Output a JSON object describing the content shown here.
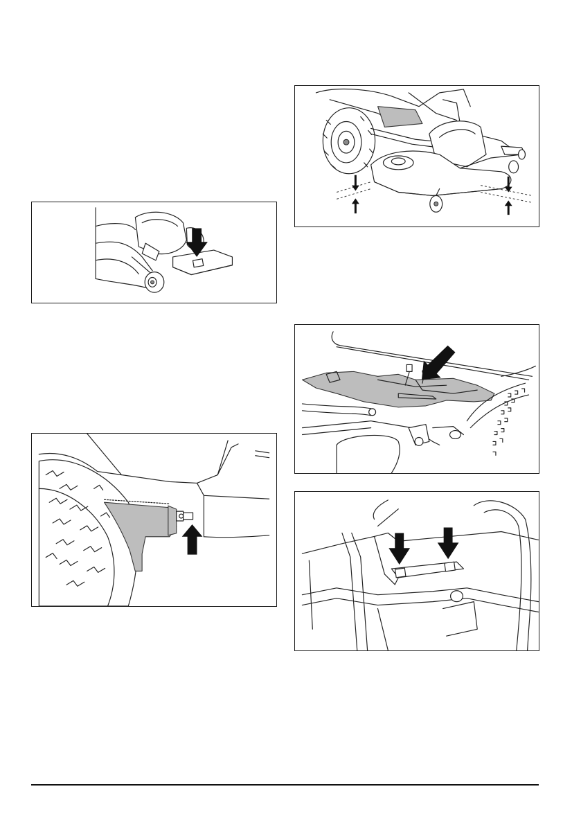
{
  "figures": [
    {
      "id": "fig1",
      "arrow_direction": "down"
    },
    {
      "id": "fig2",
      "arrow_direction": "up"
    },
    {
      "id": "fig3",
      "arrow_direction": "up-down pairs"
    },
    {
      "id": "fig4",
      "arrow_direction": "down-left"
    },
    {
      "id": "fig5",
      "arrow_direction": "down"
    }
  ]
}
